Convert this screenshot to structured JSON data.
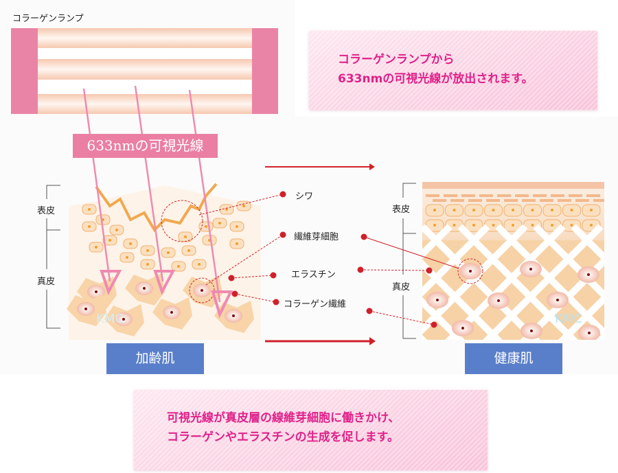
{
  "lamp": {
    "title": "コラーゲンランプ",
    "beam_label": "633nmの可視光線"
  },
  "callout_top": {
    "line1": "コラーゲンランプから",
    "line2": "633nmの可視光線が放出されます。"
  },
  "callout_bottom": {
    "line1": "可視光線が真皮層の線維芽細胞に働きかけ、",
    "line2": "コラーゲンやエラスチンの生成を促します。"
  },
  "layers": {
    "epidermis": "表皮",
    "dermis": "真皮"
  },
  "legend": {
    "wrinkle": "シワ",
    "fibroblast": "繊維芽細胞",
    "elastin": "エラスチン",
    "collagen": "コラーゲン繊維"
  },
  "states": {
    "aged": "加齢肌",
    "healthy": "健康肌"
  },
  "watermark": "KMC",
  "colors": {
    "pink": "#ea7fa3",
    "accent": "#e0218a",
    "red": "#d0202a",
    "blue": "#5a7fca",
    "skin": "#f6d2a6"
  }
}
